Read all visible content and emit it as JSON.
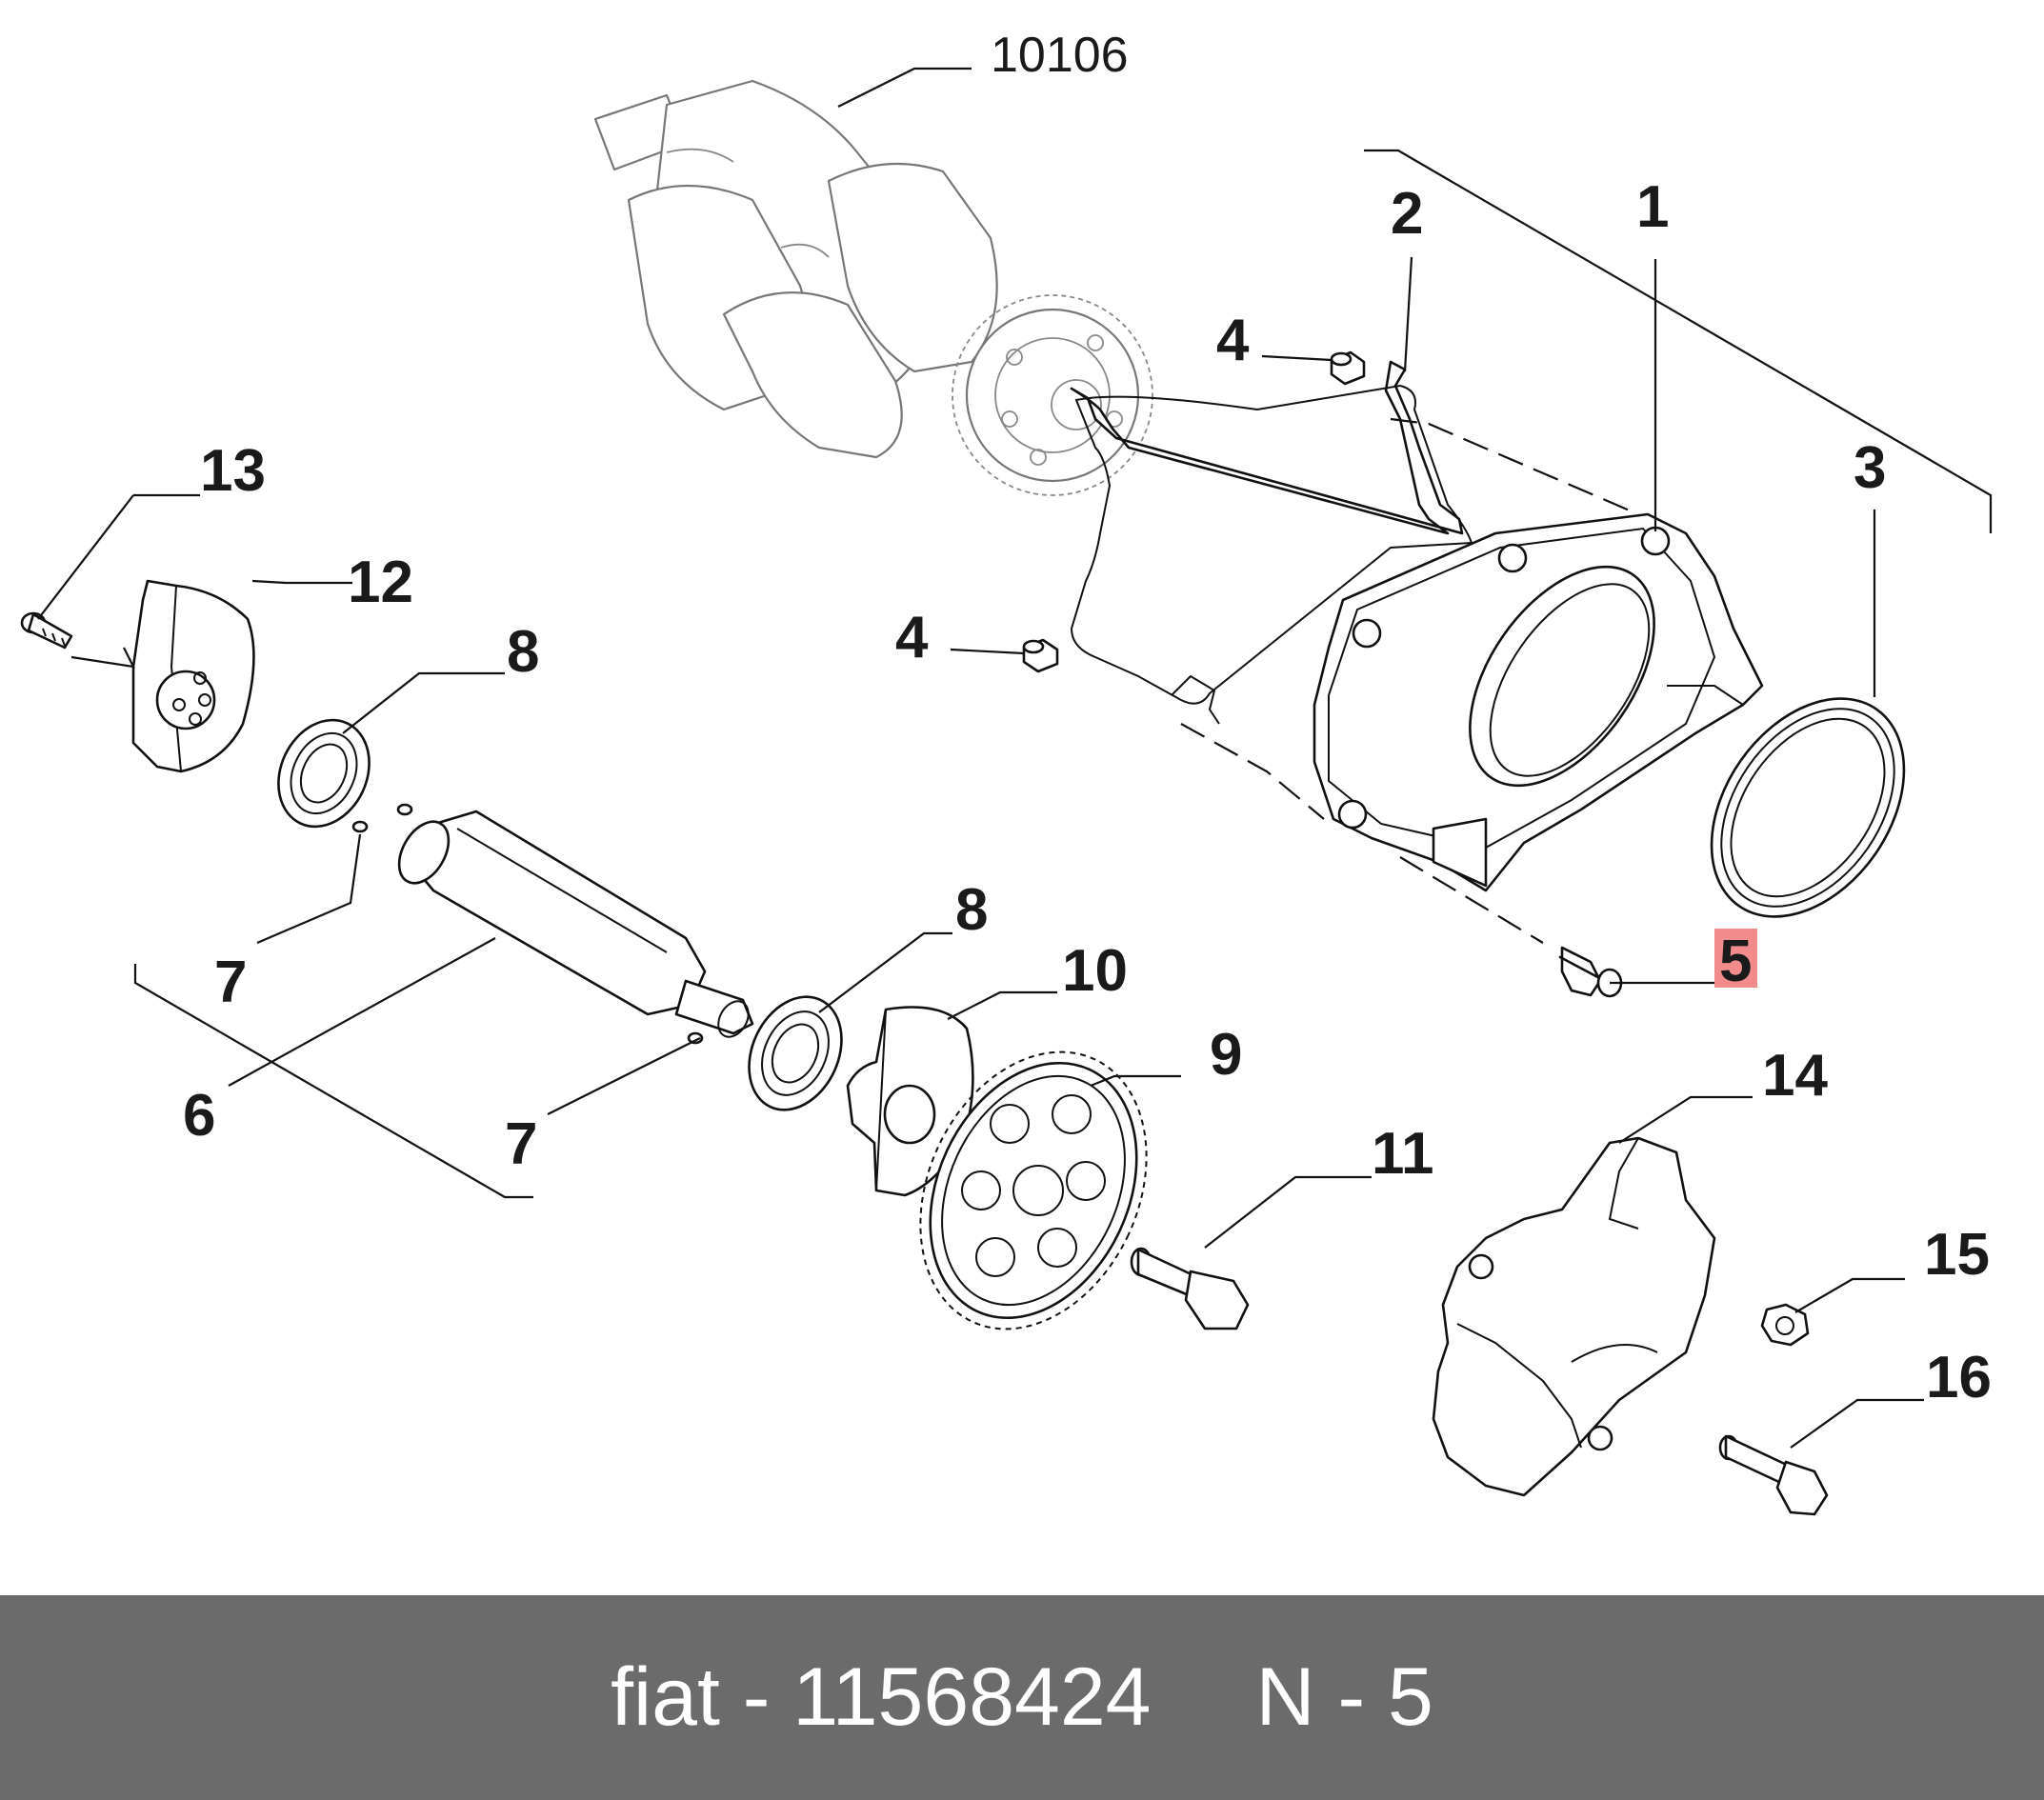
{
  "diagram": {
    "reference_label": "10106",
    "highlight_color": "#f28b8b",
    "callouts": {
      "c1": "1",
      "c2": "2",
      "c3": "3",
      "c4a": "4",
      "c4b": "4",
      "c5": "5",
      "c6": "6",
      "c7a": "7",
      "c7b": "7",
      "c8a": "8",
      "c8b": "8",
      "c9": "9",
      "c10": "10",
      "c11": "11",
      "c12": "12",
      "c13": "13",
      "c14": "14",
      "c15": "15",
      "c16": "16"
    },
    "highlighted_callout": "5"
  },
  "footer": {
    "part_text": "fiat - 11568424",
    "ref_text": "N - 5",
    "background": "#6b6b6b"
  }
}
